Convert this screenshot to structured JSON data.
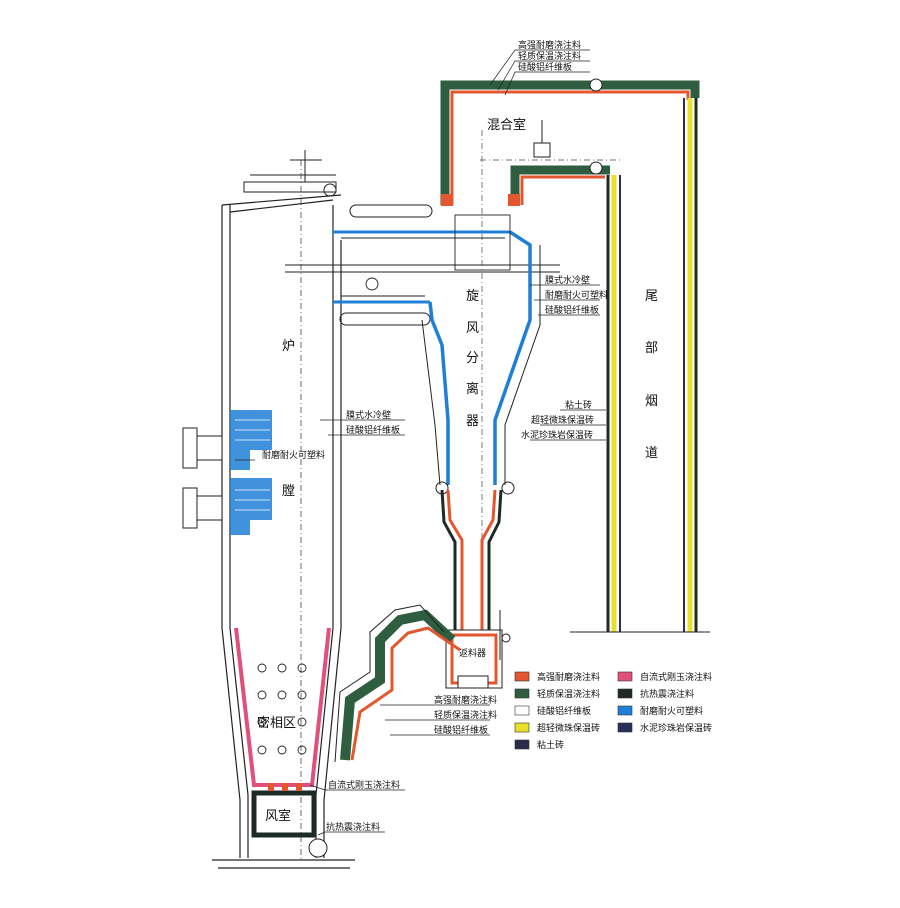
{
  "materials": [
    {
      "key": "high_strength_castable",
      "label": "高强耐磨浇注料",
      "color": "#e4572e"
    },
    {
      "key": "self_flow_corundum",
      "label": "自流式刚玉浇注料",
      "color": "#e0507a"
    },
    {
      "key": "light_insulation_castable",
      "label": "轻质保温浇注料",
      "color": "#2e5d40"
    },
    {
      "key": "thermal_shock_castable",
      "label": "抗热震浇注料",
      "color": "#1e2a24"
    },
    {
      "key": "alumina_silicate_fiber",
      "label": "硅酸铝纤维板",
      "color": "#ffffff"
    },
    {
      "key": "plastic_refractory",
      "label": "耐磨耐火可塑料",
      "color": "#1f7fd6"
    },
    {
      "key": "ultralight_bead_brick",
      "label": "超轻微珠保温砖",
      "color": "#e8e02a"
    },
    {
      "key": "perlite_brick",
      "label": "水泥珍珠岩保温砖",
      "color": "#26305a"
    },
    {
      "key": "clay_brick",
      "label": "粘土砖",
      "color": "#2a2a4a"
    }
  ],
  "zones": {
    "mixing_chamber": "混合室",
    "cyclone": [
      "旋",
      "风",
      "分",
      "离",
      "器"
    ],
    "tail_flue": [
      "尾",
      "部",
      "烟",
      "道"
    ],
    "furnace": [
      "炉",
      "膛"
    ],
    "dense_zone": "密相区",
    "wind_box": "风室",
    "loop_seal": "返料器"
  },
  "callouts": {
    "top": [
      "高强耐磨浇注料",
      "轻质保温浇注料",
      "硅酸铝纤维板"
    ],
    "cyclone_right": [
      "膜式水冷壁",
      "耐磨耐火可塑料",
      "硅酸铝纤维板"
    ],
    "flue_right": [
      "粘土砖",
      "超轻微珠保温砖",
      "水泥珍珠岩保温砖"
    ],
    "furnace_wall": [
      "膜式水冷壁",
      "硅酸铝纤维板"
    ],
    "furnace_left": "耐磨耐火可塑料",
    "return_leg": [
      "高强耐磨浇注料",
      "轻质保温浇注料",
      "硅酸铝纤维板"
    ],
    "bottom": [
      "自流式刚玉浇注料",
      "抗热震浇注料"
    ]
  }
}
